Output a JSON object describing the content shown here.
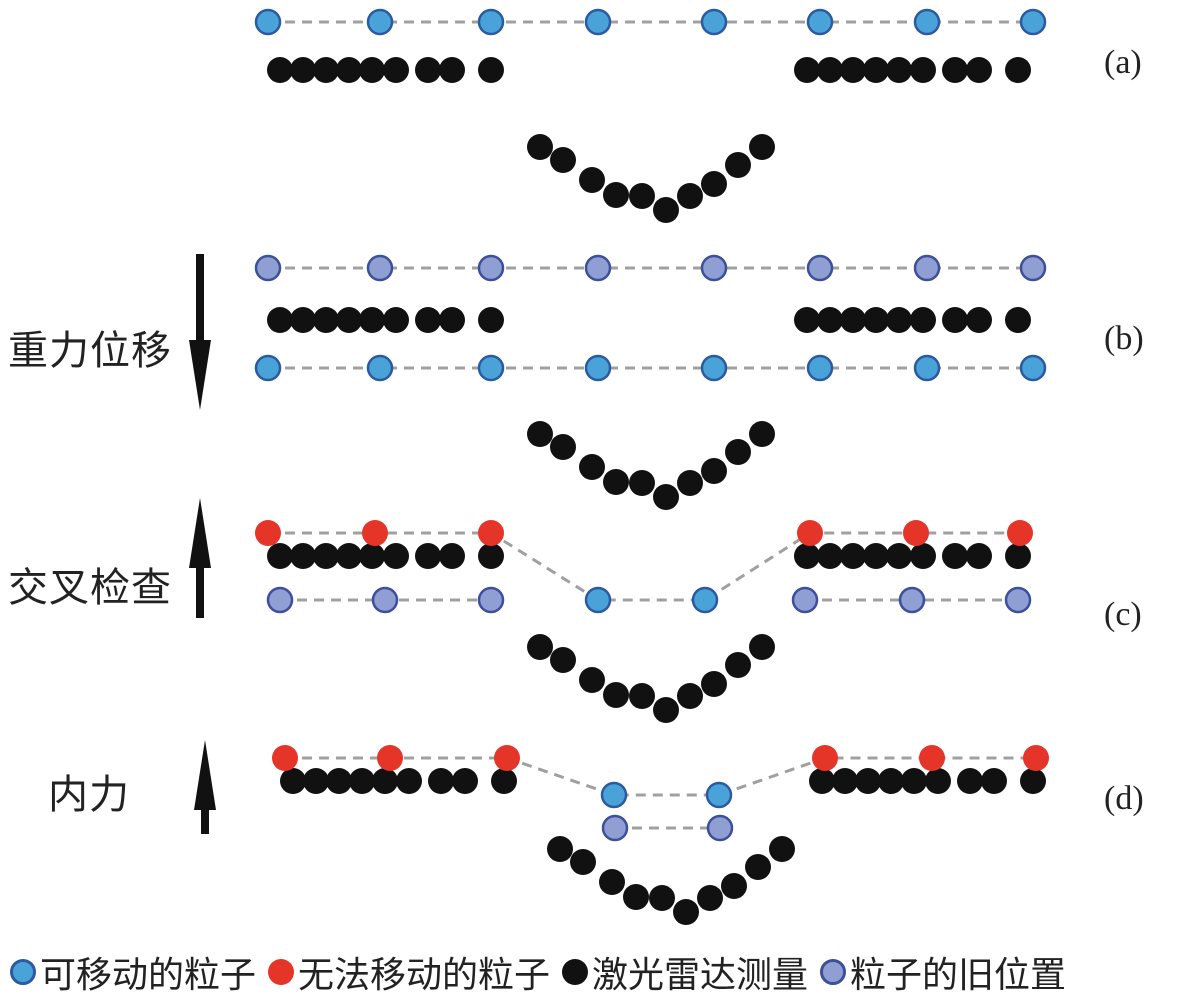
{
  "colors": {
    "movable_fill": "#4aa3d8",
    "movable_stroke": "#2c5aa0",
    "immovable_fill": "#e53528",
    "lidar_fill": "#111111",
    "old_fill": "#8f9fd3",
    "old_stroke": "#3d4f9a",
    "link": "#a0a0a0",
    "arrow": "#111111"
  },
  "side_labels": {
    "gravity": "重力位移",
    "cross_check": "交叉检查",
    "internal_force": "内力"
  },
  "panel_labels": [
    "(a)",
    "(b)",
    "(c)",
    "(d)"
  ],
  "legend": [
    {
      "type": "movable",
      "label": "可移动的粒子"
    },
    {
      "type": "immovable",
      "label": "无法移动的粒子"
    },
    {
      "type": "lidar",
      "label": "激光雷达测量"
    },
    {
      "type": "old",
      "label": "粒子的旧位置"
    }
  ],
  "panels": [
    {
      "id": "a",
      "particle_rows": [
        {
          "role": "current",
          "states": [
            "movable",
            "movable",
            "movable",
            "movable",
            "movable",
            "movable",
            "movable",
            "movable"
          ]
        }
      ],
      "lidar_ground_points": 18,
      "lidar_pit_points": 10
    },
    {
      "id": "b",
      "particle_rows": [
        {
          "role": "previous",
          "states": [
            "old",
            "old",
            "old",
            "old",
            "old",
            "old",
            "old",
            "old"
          ]
        },
        {
          "role": "current",
          "states": [
            "movable",
            "movable",
            "movable",
            "movable",
            "movable",
            "movable",
            "movable",
            "movable"
          ]
        }
      ],
      "arrow": "down",
      "arrow_label_key": "gravity",
      "lidar_ground_points": 18,
      "lidar_pit_points": 10
    },
    {
      "id": "c",
      "particle_rows": [
        {
          "role": "current",
          "states": [
            "immovable",
            "immovable",
            "immovable",
            "movable",
            "movable",
            "immovable",
            "immovable",
            "immovable"
          ]
        },
        {
          "role": "previous",
          "states": [
            "old",
            "old",
            "old",
            "old",
            "old",
            "old"
          ]
        }
      ],
      "arrow": "up",
      "arrow_label_key": "cross_check",
      "lidar_ground_points": 18,
      "lidar_pit_points": 10
    },
    {
      "id": "d",
      "particle_rows": [
        {
          "role": "current",
          "states": [
            "immovable",
            "immovable",
            "immovable",
            "movable",
            "movable",
            "immovable",
            "immovable",
            "immovable"
          ]
        },
        {
          "role": "previous",
          "states": [
            "old",
            "old"
          ]
        }
      ],
      "arrow": "up",
      "arrow_label_key": "internal_force",
      "lidar_ground_points": 18,
      "lidar_pit_points": 10
    }
  ]
}
